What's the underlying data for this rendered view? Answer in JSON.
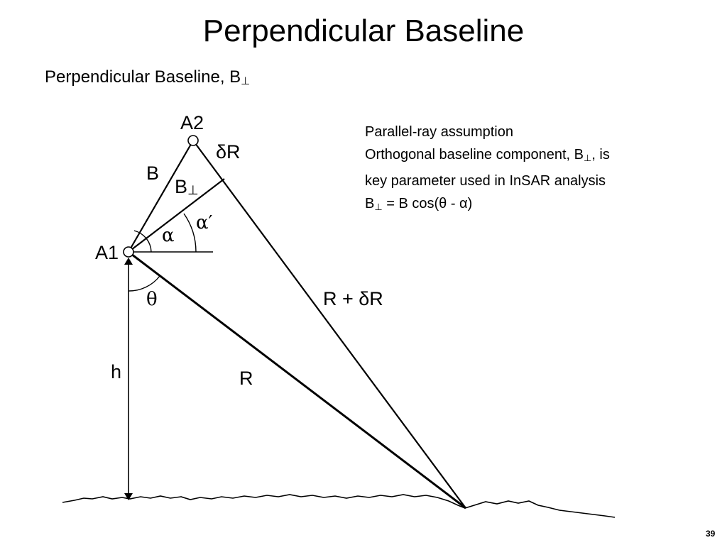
{
  "slide": {
    "title": "Perpendicular Baseline",
    "subtitle": "Perpendicular Baseline, B",
    "subtitle_sub": "⊥",
    "page_number": "39"
  },
  "notes": {
    "line1": "Parallel-ray assumption",
    "line2_pre": "Orthogonal baseline component, B",
    "line2_sub": "⊥",
    "line2_post": ", is",
    "line3": "key parameter used in InSAR analysis",
    "formula_b": "B",
    "formula_sub": "⊥",
    "formula_rest": " = B cos(θ - α)"
  },
  "diagram": {
    "labels": {
      "a2": "A2",
      "a1": "A1",
      "delta_r": "δR",
      "b": "B",
      "b_perp_base": "B",
      "b_perp_sub": "⊥",
      "alpha": "α",
      "alpha_prime": "α′",
      "theta": "θ",
      "r_plus_delta_r": "R + δR",
      "r": "R",
      "h": "h"
    },
    "colors": {
      "line": "#000000",
      "background": "#ffffff"
    }
  }
}
